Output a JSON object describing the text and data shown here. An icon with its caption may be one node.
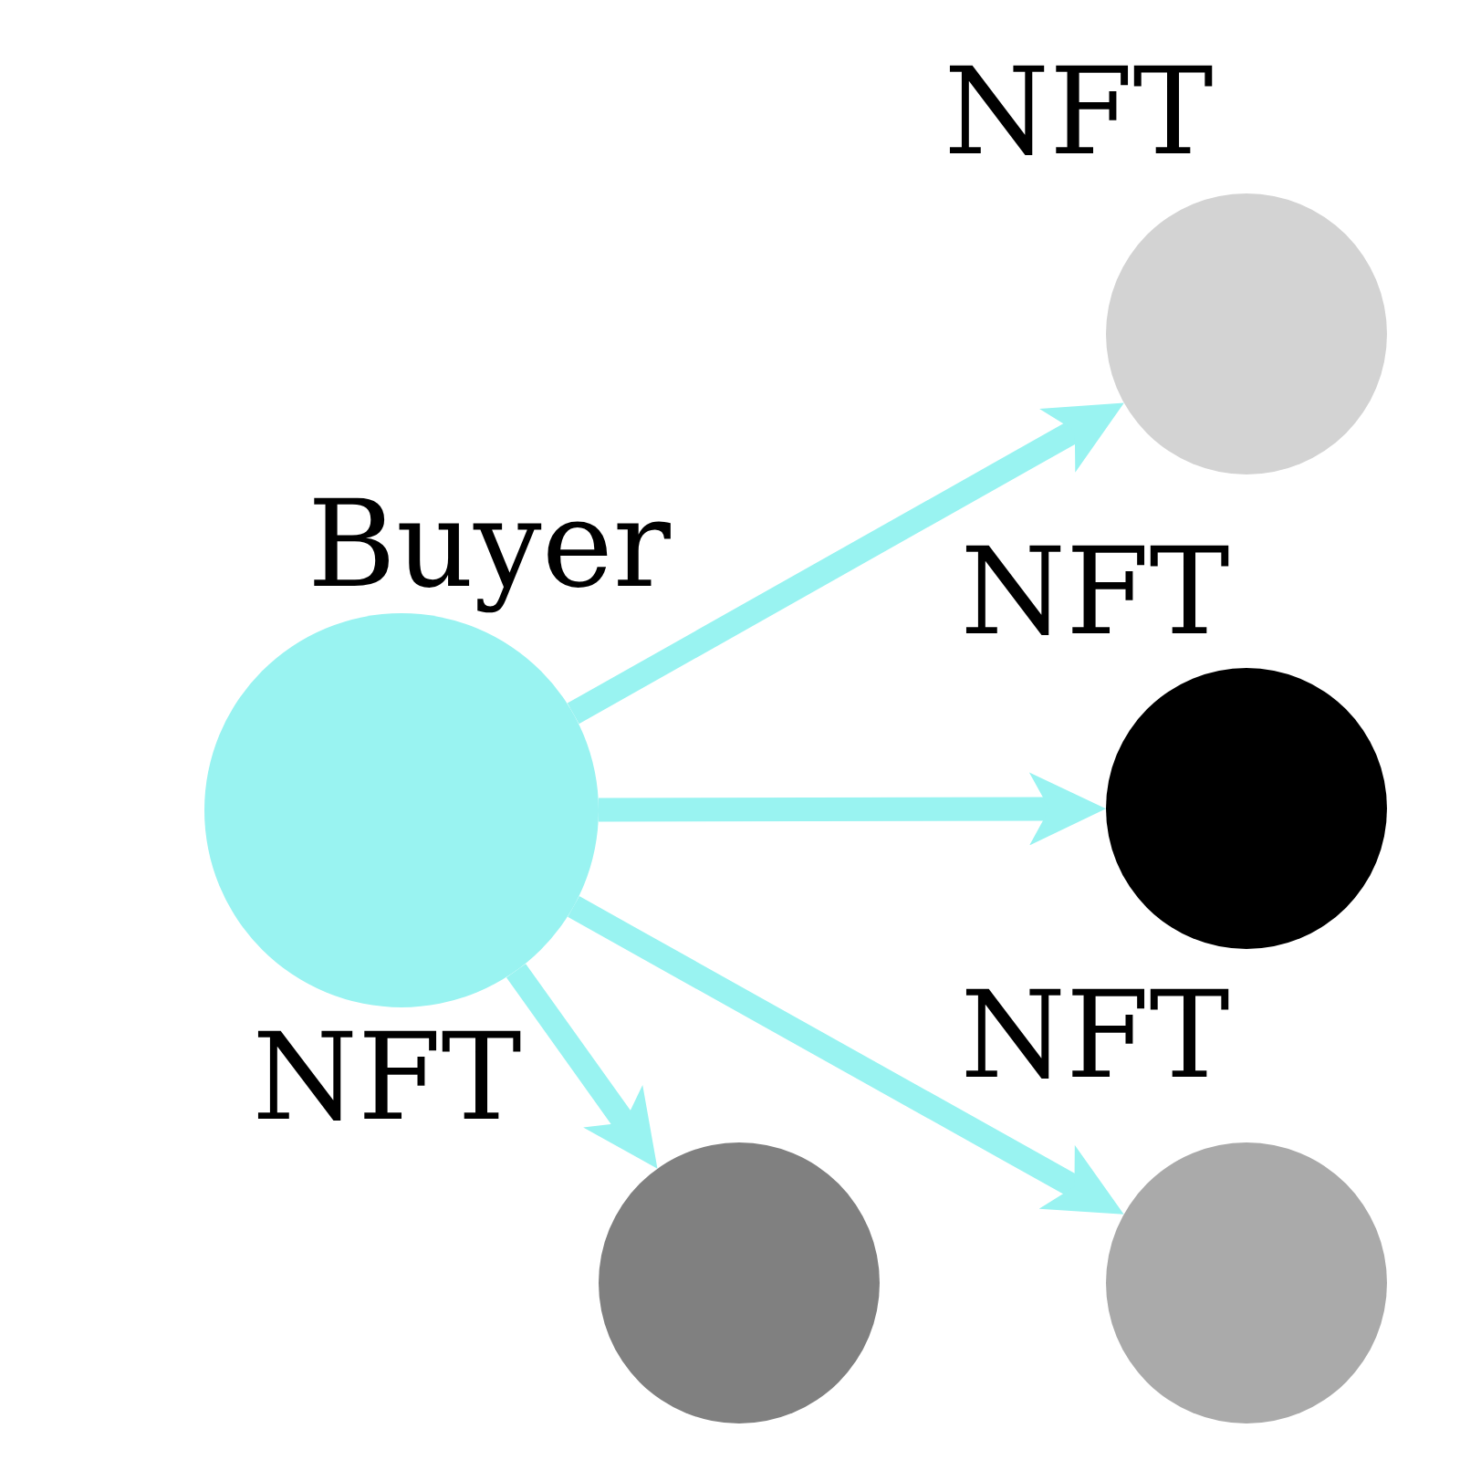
{
  "diagram": {
    "nodes": [
      {
        "text": [
          "NFT"
        ]
      },
      {
        "text": [
          "Buyer"
        ]
      },
      {
        "text": [
          "NFT"
        ]
      },
      {
        "text": [
          "NFT"
        ]
      },
      {
        "text": [
          "NFT"
        ]
      }
    ],
    "edges": [
      {
        "from": 1,
        "to": 0,
        "arrow": "to"
      },
      {
        "from": 1,
        "to": 2,
        "arrow": "to"
      },
      {
        "from": 1,
        "to": 3,
        "arrow": "to"
      },
      {
        "from": 1,
        "to": 4,
        "arrow": "to"
      }
    ]
  }
}
